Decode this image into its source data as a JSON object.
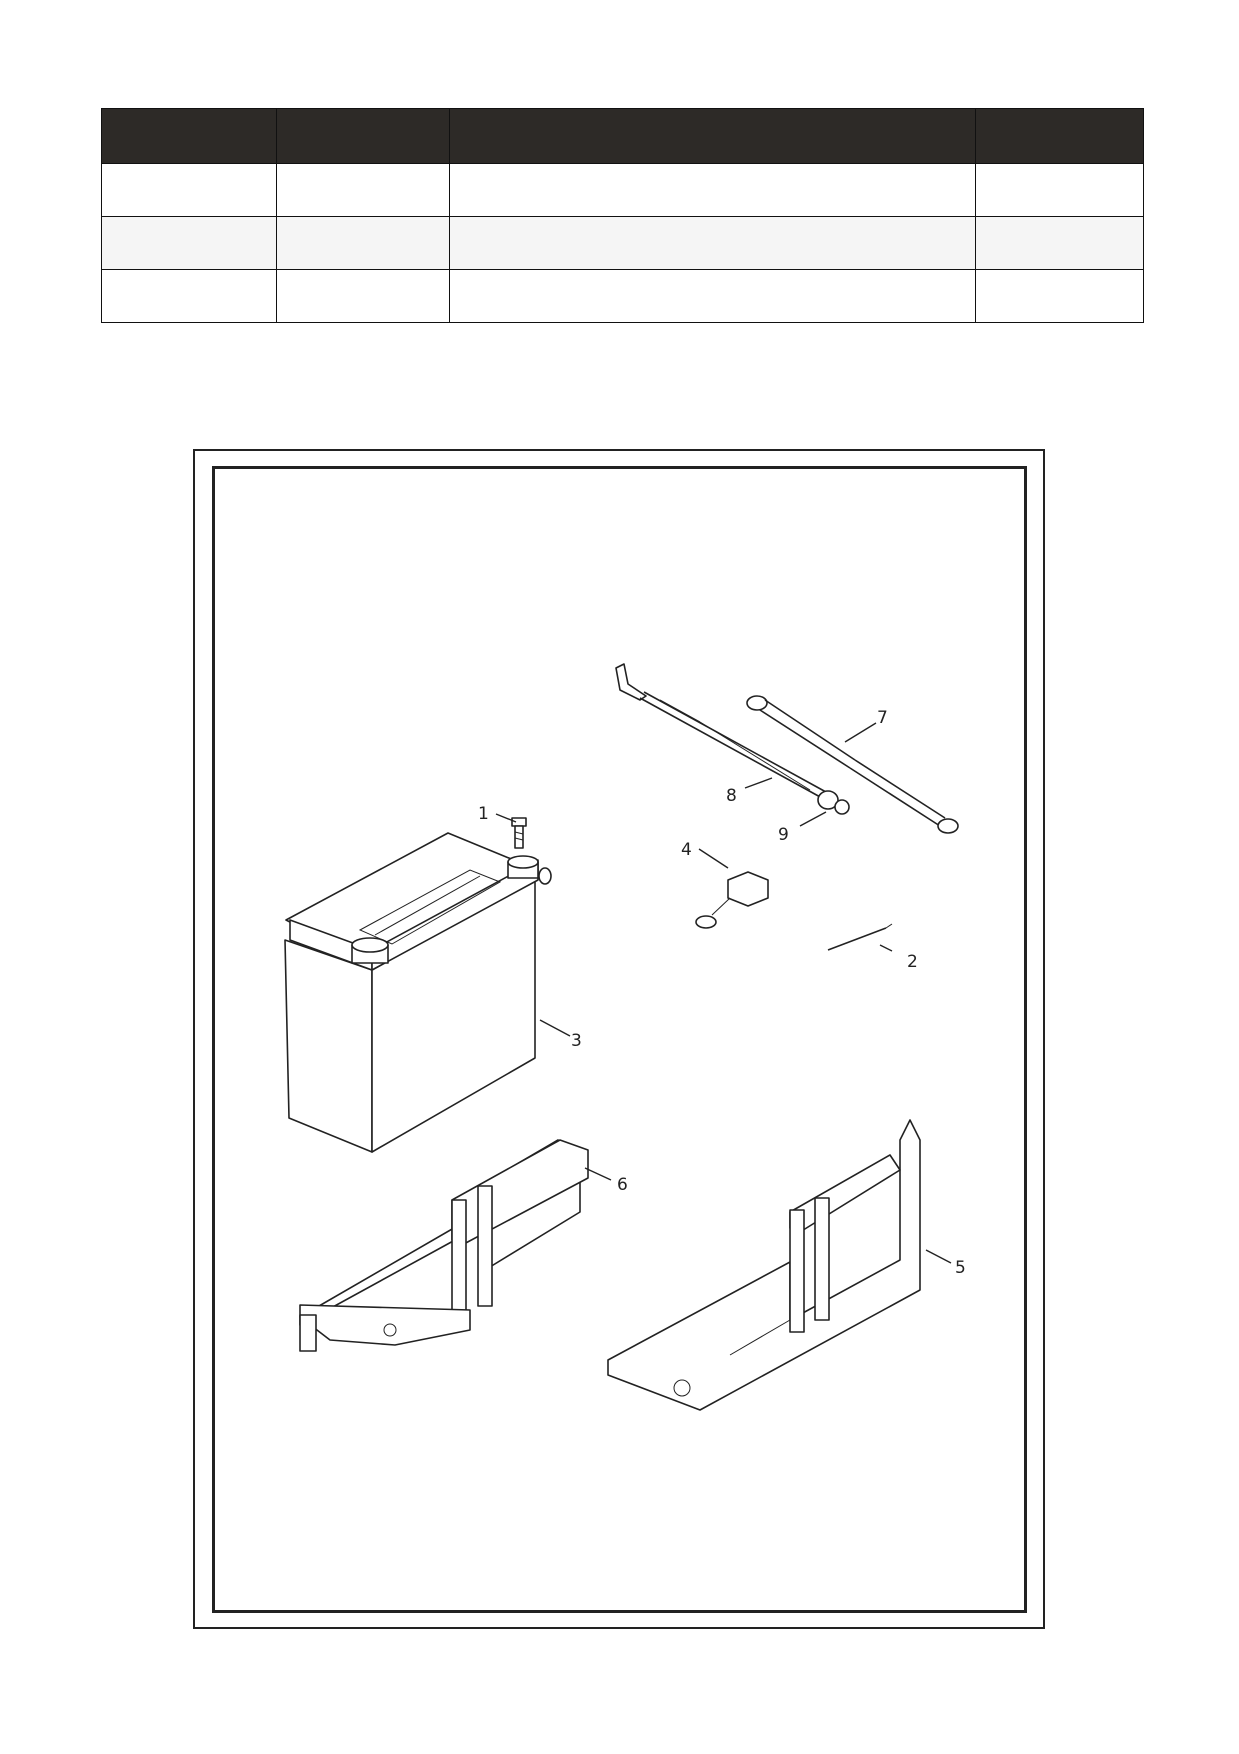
{
  "table": {
    "rows": [
      {
        "cells": [
          "",
          "",
          "",
          ""
        ]
      },
      {
        "cells": [
          "",
          "",
          "",
          ""
        ]
      },
      {
        "cells": [
          "",
          "",
          "",
          ""
        ]
      }
    ]
  },
  "diagram": {
    "callouts": {
      "c1": "1",
      "c2": "2",
      "c3": "3",
      "c4": "4",
      "c5": "5",
      "c6": "6",
      "c7": "7",
      "c8": "8",
      "c9": "9"
    }
  }
}
